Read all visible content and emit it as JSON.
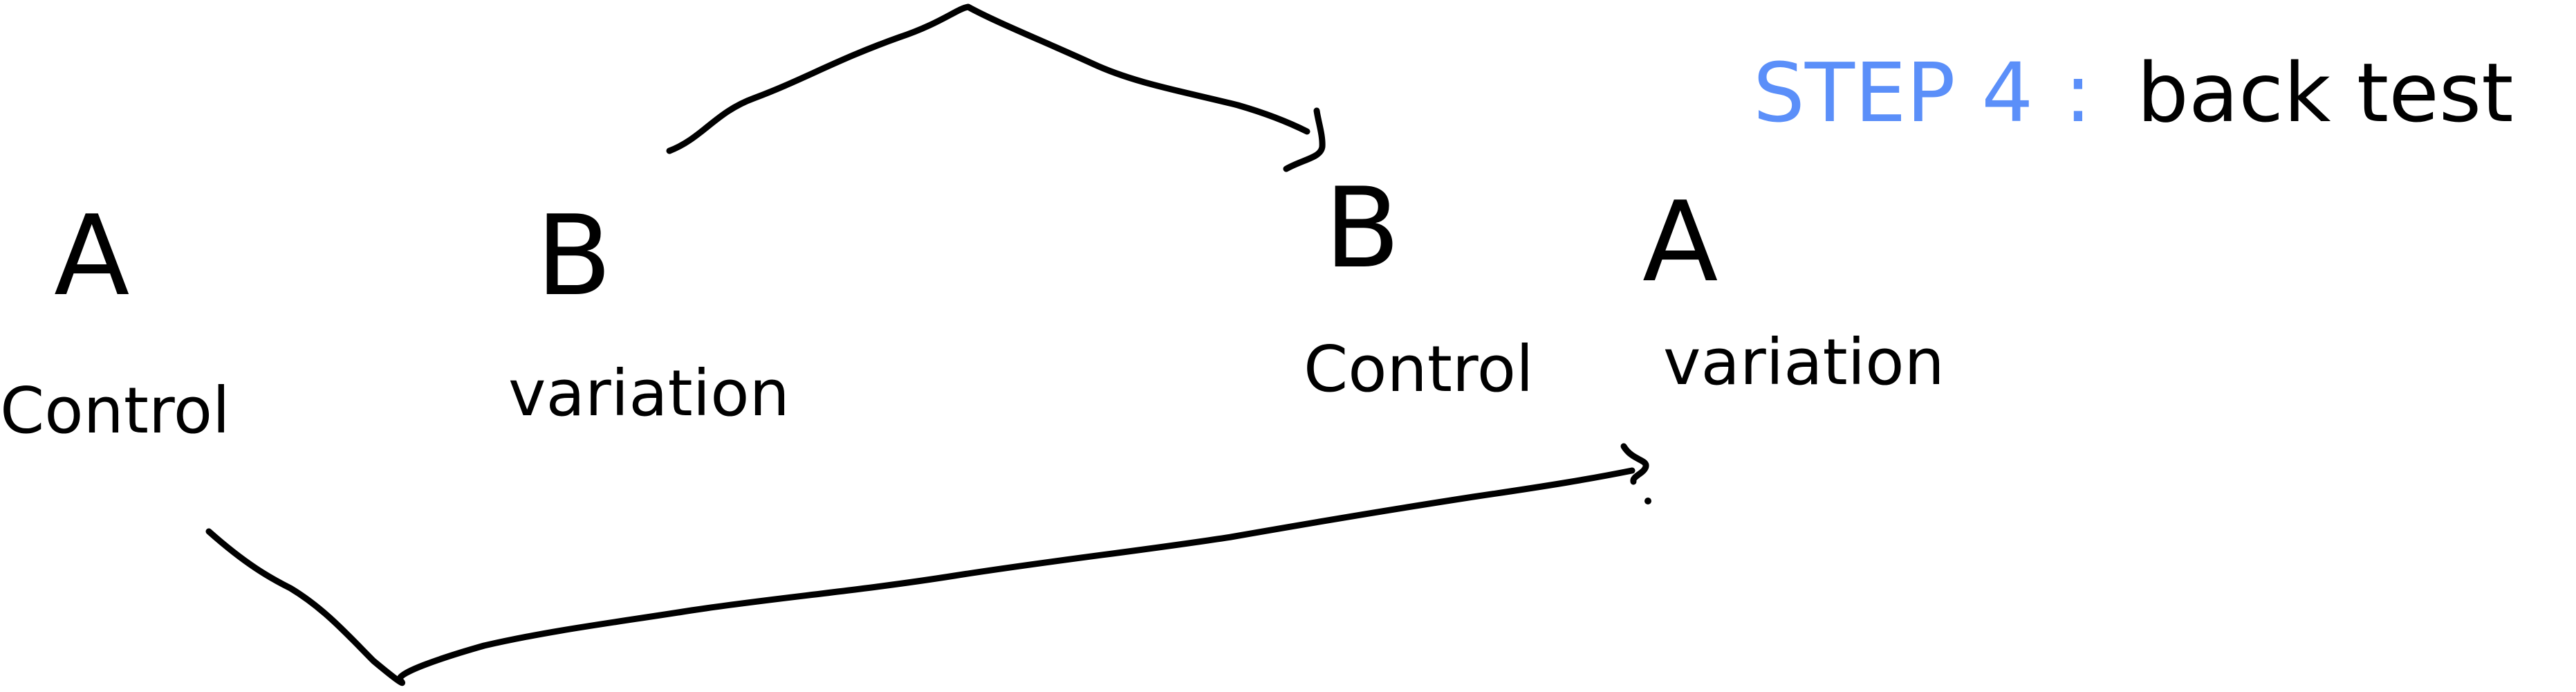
{
  "heading": {
    "step_label": "STEP 4",
    "colon": ":",
    "title": "back test"
  },
  "original_pair": {
    "left": {
      "letter": "A",
      "role": "Control"
    },
    "right": {
      "letter": "B",
      "role": "variation"
    }
  },
  "swapped_pair": {
    "left": {
      "letter": "B",
      "role": "Control"
    },
    "right": {
      "letter": "A",
      "role": "variation"
    }
  },
  "colors": {
    "ink": "#000000",
    "accent": "#5b8ff9",
    "background": "#ffffff"
  }
}
